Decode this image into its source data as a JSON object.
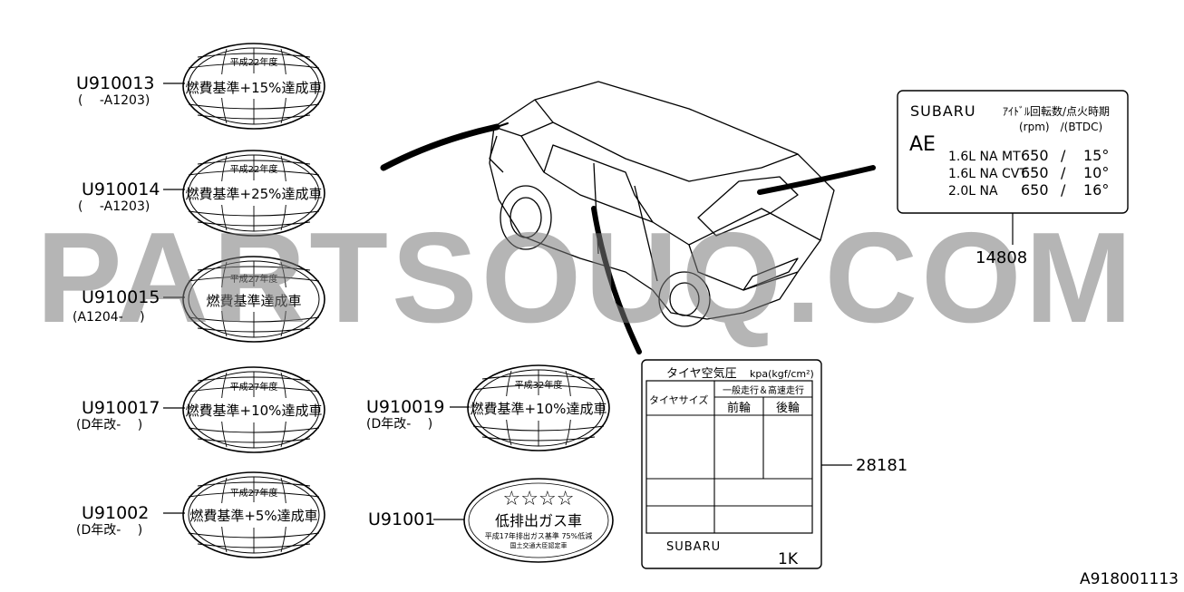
{
  "watermark": "PARTSOUQ.COM",
  "diagram_id": "A918001113",
  "stickers": [
    {
      "part": "U910013",
      "range": "(　 -A1203)",
      "year": "平成22年度",
      "text": "燃費基準+15%達成車"
    },
    {
      "part": "U910014",
      "range": "(　 -A1203)",
      "year": "平成22年度",
      "text": "燃費基準+25%達成車"
    },
    {
      "part": "U910015",
      "range": "(A1204-　 )",
      "year": "平成27年度",
      "text": "燃費基準達成車"
    },
    {
      "part": "U910017",
      "range": "(D年改-　 )",
      "year": "平成27年度",
      "text": "燃費基準+10%達成車"
    },
    {
      "part": "U91002",
      "range": "(D年改-　 )",
      "year": "平成27年度",
      "text": "燃費基準+5%達成車"
    },
    {
      "part": "U910019",
      "range": "(D年改-　 )",
      "year": "平成32年度",
      "text": "燃費基準+10%達成車"
    }
  ],
  "emission_sticker": {
    "part": "U91001",
    "stars": "☆☆☆☆",
    "title": "低排出ガス車",
    "line1": "平成17年排出ガス基準 75%低減",
    "line2": "国土交通大臣認定車"
  },
  "idle_label": {
    "part": "14808",
    "brand": "SUBARU",
    "header1": "ｱｲﾄﾞﾙ回転数/点火時期",
    "header2": "(rpm)　/(BTDC)",
    "code": "AE",
    "rows": [
      {
        "engine": "1.6L NA MT",
        "rpm": "650",
        "sep": "/",
        "deg": "15°"
      },
      {
        "engine": "1.6L NA CVT",
        "rpm": "650",
        "sep": "/",
        "deg": "10°"
      },
      {
        "engine": "2.0L NA",
        "rpm": "650",
        "sep": "/",
        "deg": "16°"
      }
    ]
  },
  "tire_label": {
    "part": "28181",
    "title": "タイヤ空気圧",
    "unit": "kpa(kgf/cm²)",
    "col_size": "タイヤサイズ",
    "col_group": "一般走行＆高速走行",
    "col_front": "前輪",
    "col_rear": "後輪",
    "brand": "SUBARU",
    "code": "1K"
  }
}
